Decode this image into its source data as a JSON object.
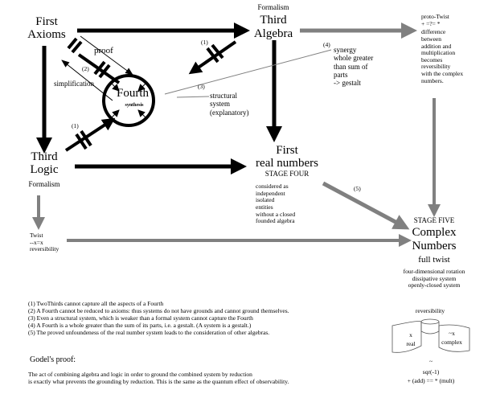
{
  "nodes": {
    "first_axioms": [
      "First",
      "Axioms"
    ],
    "third_algebra": {
      "top": "Formalism",
      "lines": [
        "Third",
        "Algebra"
      ]
    },
    "proto_twist": [
      "proto-Twist",
      "+ =?= *",
      "difference",
      "between",
      "addition and",
      "multiplication",
      "becomes",
      "reversibility",
      "with the complex",
      "numbers."
    ],
    "fourth": {
      "title": "Fourth",
      "sub": "synthesis"
    },
    "third_logic": {
      "lines": [
        "Third",
        "Logic"
      ],
      "bottom": "Formalism"
    },
    "twist": [
      "Twist",
      "--x=x",
      "reversibility"
    ],
    "real_numbers": {
      "lines": [
        "First",
        "real numbers"
      ],
      "stage": "STAGE FOUR",
      "desc": [
        "considered as",
        "independent",
        "isolated",
        "entities",
        "without a closed",
        "founded algebra"
      ]
    },
    "complex_numbers": {
      "stage": "STAGE FIVE",
      "lines": [
        "Complex",
        "Numbers"
      ],
      "sub": "full twist",
      "desc": [
        "four-dimensional rotation",
        "dissipative system",
        "openly-closed system"
      ]
    }
  },
  "edge_labels": {
    "proof": "proof",
    "simplification": "simplification",
    "n1_top": "(1)",
    "n1_bottom": "(1)",
    "n2": "(2)",
    "n3": "(3)",
    "n4": "(4)",
    "n5": "(5)",
    "structural": [
      "structural",
      "system",
      "(explanatory)"
    ],
    "synergy": [
      "synergy",
      "whole greater",
      "than sum of",
      "parts",
      "-> gestalt"
    ]
  },
  "footnotes": [
    "(1) TwoThirds cannot capture all the aspects of a Fourth",
    "(2) A Fourth cannot be reduced to axioms: thus systems do not have grounds and cannot ground themselves.",
    "(3) Even a structural system, which is weaker than a formal system cannot capture the Fourth",
    "(4) A Fourth is a whole greater than the sum of its parts, i.e.  a gestalt.  (A system is a gestalt.)",
    "(5) The proved unfoundeness of the real number system leads to the consideration of other algebras."
  ],
  "godel": {
    "title": "Godel's proof:",
    "lines": [
      "The act of combining algebra and logic in order to ground the combined system by reduction",
      "is exactly what prevents the grounding by reduction.  This is the same as the quantum effect of observability."
    ]
  },
  "reversibility_figure": {
    "title": "reversibility",
    "left": [
      "x",
      "real"
    ],
    "right": [
      "~x",
      "complex"
    ],
    "tilde": "~",
    "formula": [
      "sqr(-1)",
      "+ (add) == * (mult)"
    ]
  },
  "colors": {
    "black": "#000000",
    "gray": "#808080"
  }
}
